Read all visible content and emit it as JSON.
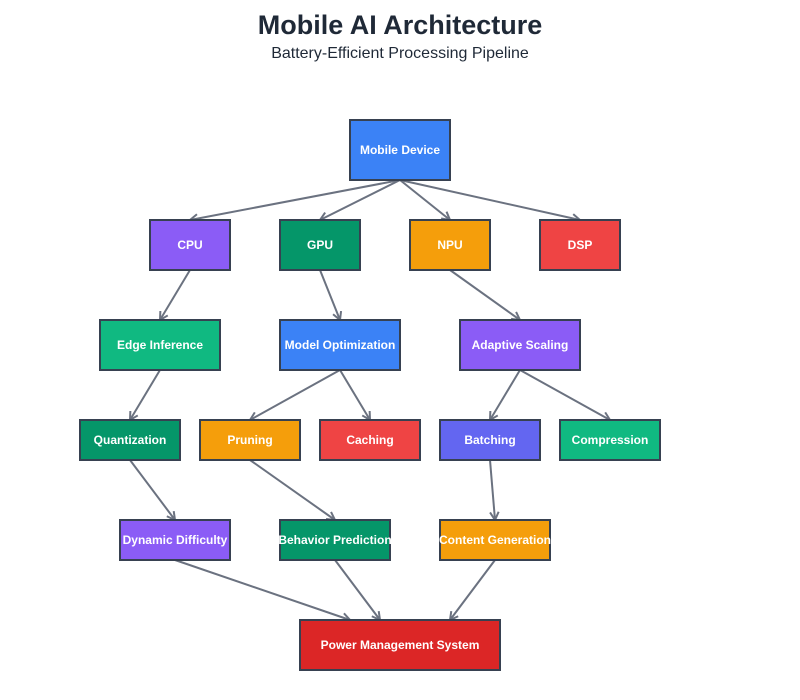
{
  "title": "Mobile AI Architecture",
  "subtitle": "Battery-Efficient Processing Pipeline",
  "nodes": [
    {
      "id": "mobile",
      "label": "Mobile Device",
      "color": "#3b82f6"
    },
    {
      "id": "cpu",
      "label": "CPU",
      "color": "#8b5cf6"
    },
    {
      "id": "gpu",
      "label": "GPU",
      "color": "#059669"
    },
    {
      "id": "npu",
      "label": "NPU",
      "color": "#f59e0b"
    },
    {
      "id": "dsp",
      "label": "DSP",
      "color": "#ef4444"
    },
    {
      "id": "edge",
      "label": "Edge Inference",
      "color": "#10b981"
    },
    {
      "id": "modelopt",
      "label": "Model Optimization",
      "color": "#3b82f6"
    },
    {
      "id": "adaptive",
      "label": "Adaptive Scaling",
      "color": "#8b5cf6"
    },
    {
      "id": "quant",
      "label": "Quantization",
      "color": "#059669"
    },
    {
      "id": "pruning",
      "label": "Pruning",
      "color": "#f59e0b"
    },
    {
      "id": "caching",
      "label": "Caching",
      "color": "#ef4444"
    },
    {
      "id": "batching",
      "label": "Batching",
      "color": "#6366f1"
    },
    {
      "id": "compression",
      "label": "Compression",
      "color": "#10b981"
    },
    {
      "id": "dynamic",
      "label": "Dynamic Difficulty",
      "color": "#8b5cf6"
    },
    {
      "id": "behavior",
      "label": "Behavior Prediction",
      "color": "#059669"
    },
    {
      "id": "content",
      "label": "Content Generation",
      "color": "#f59e0b"
    },
    {
      "id": "power",
      "label": "Power Management System",
      "color": "#dc2626"
    }
  ],
  "edges": [
    [
      "mobile",
      "cpu"
    ],
    [
      "mobile",
      "gpu"
    ],
    [
      "mobile",
      "npu"
    ],
    [
      "mobile",
      "dsp"
    ],
    [
      "cpu",
      "edge"
    ],
    [
      "gpu",
      "modelopt"
    ],
    [
      "npu",
      "adaptive"
    ],
    [
      "edge",
      "quant"
    ],
    [
      "modelopt",
      "pruning"
    ],
    [
      "modelopt",
      "caching"
    ],
    [
      "adaptive",
      "batching"
    ],
    [
      "adaptive",
      "compression"
    ],
    [
      "quant",
      "dynamic"
    ],
    [
      "pruning",
      "behavior"
    ],
    [
      "batching",
      "content"
    ],
    [
      "dynamic",
      "power"
    ],
    [
      "behavior",
      "power"
    ],
    [
      "content",
      "power"
    ]
  ]
}
